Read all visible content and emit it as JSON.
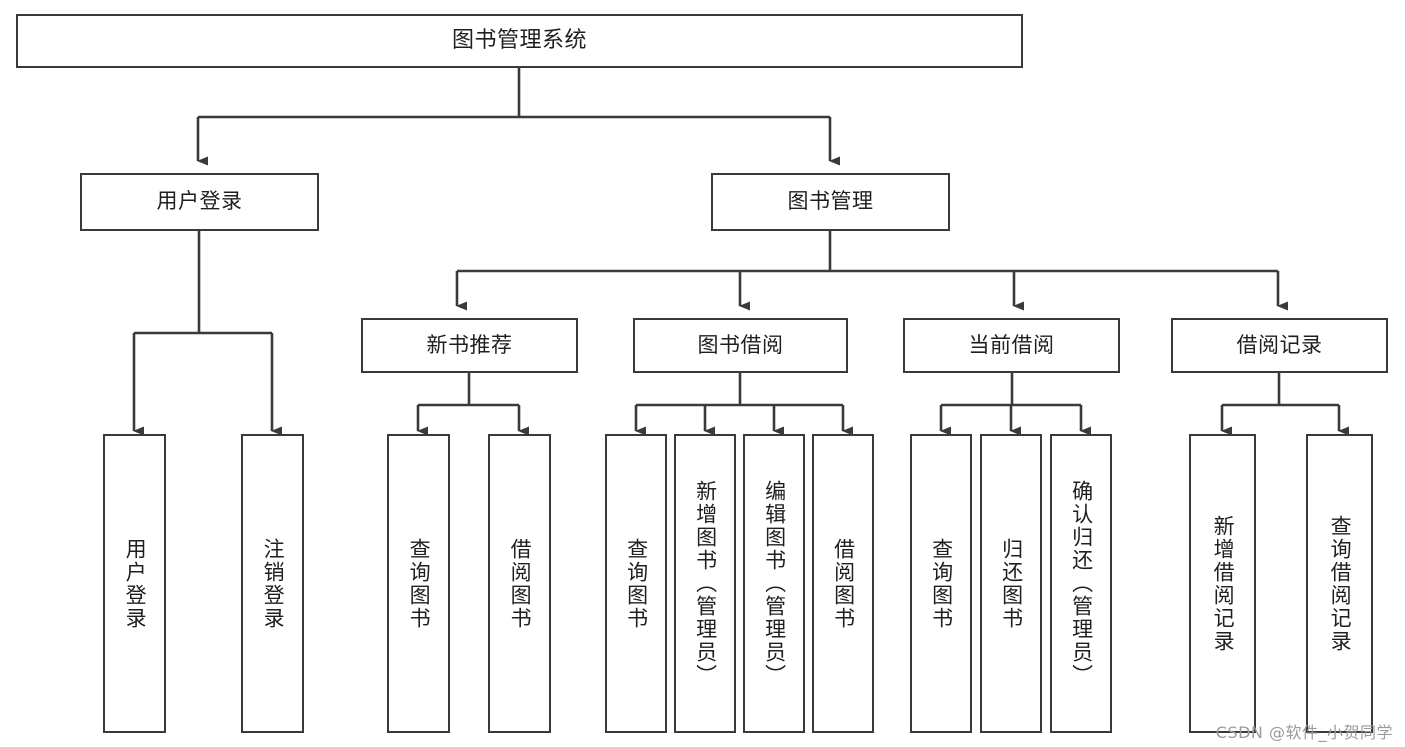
{
  "diagram": {
    "type": "tree",
    "title": "图书管理系统",
    "root": {
      "id": "root",
      "label": "图书管理系统"
    },
    "level1": [
      {
        "id": "user-login",
        "label": "用户登录"
      },
      {
        "id": "book-manage",
        "label": "图书管理"
      }
    ],
    "level2": [
      {
        "id": "new-book-recommend",
        "label": "新书推荐",
        "parent": "book-manage"
      },
      {
        "id": "book-borrow",
        "label": "图书借阅",
        "parent": "book-manage"
      },
      {
        "id": "current-borrow",
        "label": "当前借阅",
        "parent": "book-manage"
      },
      {
        "id": "borrow-record",
        "label": "借阅记录",
        "parent": "book-manage"
      }
    ],
    "leaves": [
      {
        "id": "leaf-user-login",
        "label": "用户登录",
        "parent": "user-login"
      },
      {
        "id": "leaf-user-logout",
        "label": "注销登录",
        "parent": "user-login"
      },
      {
        "id": "leaf-query-book-1",
        "label": "查询图书",
        "parent": "new-book-recommend"
      },
      {
        "id": "leaf-borrow-book-1",
        "label": "借阅图书",
        "parent": "new-book-recommend"
      },
      {
        "id": "leaf-query-book-2",
        "label": "查询图书",
        "parent": "book-borrow"
      },
      {
        "id": "leaf-add-book",
        "label": "新增图书（管理员）",
        "parent": "book-borrow"
      },
      {
        "id": "leaf-edit-book",
        "label": "编辑图书（管理员）",
        "parent": "book-borrow"
      },
      {
        "id": "leaf-borrow-book-2",
        "label": "借阅图书",
        "parent": "book-borrow"
      },
      {
        "id": "leaf-query-book-3",
        "label": "查询图书",
        "parent": "current-borrow"
      },
      {
        "id": "leaf-return-book",
        "label": "归还图书",
        "parent": "current-borrow"
      },
      {
        "id": "leaf-confirm-return",
        "label": "确认归还（管理员）",
        "parent": "current-borrow"
      },
      {
        "id": "leaf-add-record",
        "label": "新增借阅记录",
        "parent": "borrow-record"
      },
      {
        "id": "leaf-query-record",
        "label": "查询借阅记录",
        "parent": "borrow-record"
      }
    ],
    "colors": {
      "background": "#ffffff",
      "box_border": "#3a3a3a",
      "box_fill": "#ffffff",
      "connector": "#3a3a3a",
      "text": "#1f1f1f",
      "watermark": "#9b9b9b"
    }
  },
  "watermark": {
    "text": "CSDN @软件_小贺同学"
  }
}
